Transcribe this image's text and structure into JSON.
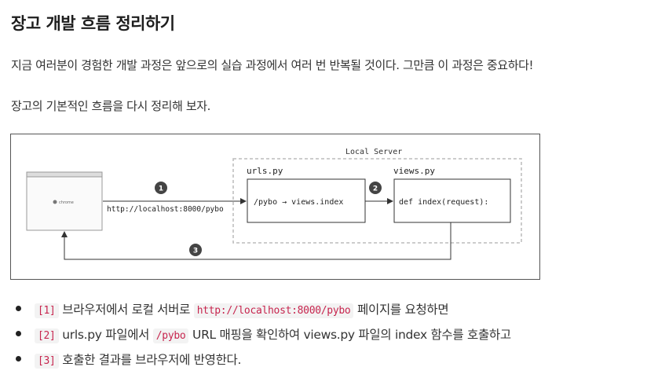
{
  "heading": "장고 개발 흐름 정리하기",
  "paragraphs": {
    "intro": "지금 여러분이 경험한 개발 과정은 앞으로의 실습 과정에서 여러 번 반복될 것이다. 그만큼 이 과정은 중요하다!",
    "summary": "장고의 기본적인 흐름을 다시 정리해 보자."
  },
  "diagram": {
    "browser_label": "chrome",
    "request_url": "http://localhost:8000/pybo",
    "server_label": "Local Server",
    "urls_title": "urls.py",
    "urls_content": "/pybo → views.index",
    "views_title": "views.py",
    "views_content": "def index(request):",
    "step1": "1",
    "step2": "2",
    "step3": "3"
  },
  "steps": [
    {
      "tag": "[1]",
      "before": "브라우저에서 로컬 서버로",
      "code": "http://localhost:8000/pybo",
      "after": "페이지를 요청하면"
    },
    {
      "tag": "[2]",
      "before": "urls.py 파일에서",
      "code": "/pybo",
      "after": "URL 매핑을 확인하여 views.py 파일의 index 함수를 호출하고"
    },
    {
      "tag": "[3]",
      "before": "호출한 결과를 브라우저에 반영한다.",
      "code": "",
      "after": ""
    }
  ]
}
